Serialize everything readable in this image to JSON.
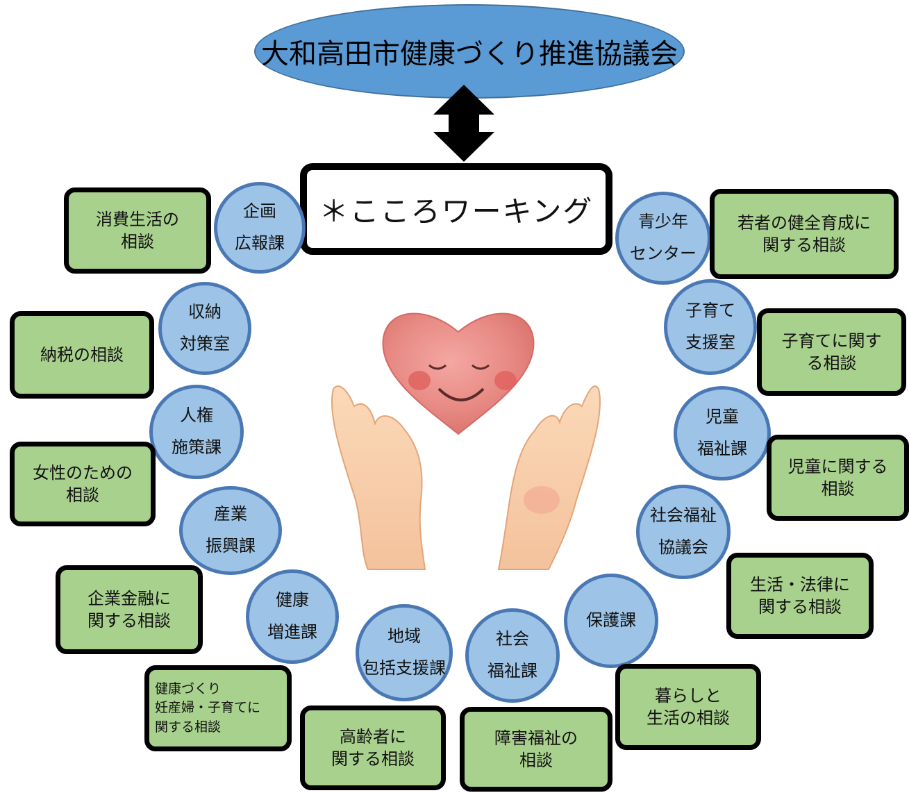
{
  "header": {
    "title": "大和高田市健康づくり推進協議会"
  },
  "center": {
    "title": "＊こころワーキング"
  },
  "departments": [
    {
      "lines": [
        "企画",
        "広報課"
      ]
    },
    {
      "lines": [
        "収納",
        "対策室"
      ]
    },
    {
      "lines": [
        "人権",
        "施策課"
      ]
    },
    {
      "lines": [
        "産業",
        "振興課"
      ]
    },
    {
      "lines": [
        "健康",
        "増進課"
      ]
    },
    {
      "lines": [
        "地域",
        "包括支援課"
      ]
    },
    {
      "lines": [
        "社会",
        "福祉課"
      ]
    },
    {
      "lines": [
        "保護課"
      ]
    },
    {
      "lines": [
        "社会福祉",
        "協議会"
      ]
    },
    {
      "lines": [
        "児童",
        "福祉課"
      ]
    },
    {
      "lines": [
        "子育て",
        "支援室"
      ]
    },
    {
      "lines": [
        "青少年",
        "センター"
      ]
    }
  ],
  "consultations": [
    {
      "lines": [
        "消費生活の",
        "相談"
      ]
    },
    {
      "lines": [
        "納税の相談"
      ]
    },
    {
      "lines": [
        "女性のための",
        "相談"
      ]
    },
    {
      "lines": [
        "企業金融に",
        "関する相談"
      ]
    },
    {
      "lines": [
        "健康づくり",
        "妊産婦・子育てに",
        "関する相談"
      ]
    },
    {
      "lines": [
        "高齢者に",
        "関する相談"
      ]
    },
    {
      "lines": [
        "障害福祉の",
        "相談"
      ]
    },
    {
      "lines": [
        "暮らしと",
        "生活の相談"
      ]
    },
    {
      "lines": [
        "生活・法律に",
        "関する相談"
      ]
    },
    {
      "lines": [
        "児童に関する",
        "相談"
      ]
    },
    {
      "lines": [
        "子育てに関す",
        "る相談"
      ]
    },
    {
      "lines": [
        "若者の健全育成に",
        "関する相談"
      ]
    }
  ],
  "colors": {
    "ellipse_fill": "#5b9bd5",
    "circle_fill": "#9dc3e6",
    "circle_border": "#4a78b5",
    "box_fill": "#a9d18e",
    "box_border": "#000000"
  },
  "icons": [
    "double-arrow-icon",
    "smiling-heart-illustration",
    "cupped-hands-illustration"
  ]
}
